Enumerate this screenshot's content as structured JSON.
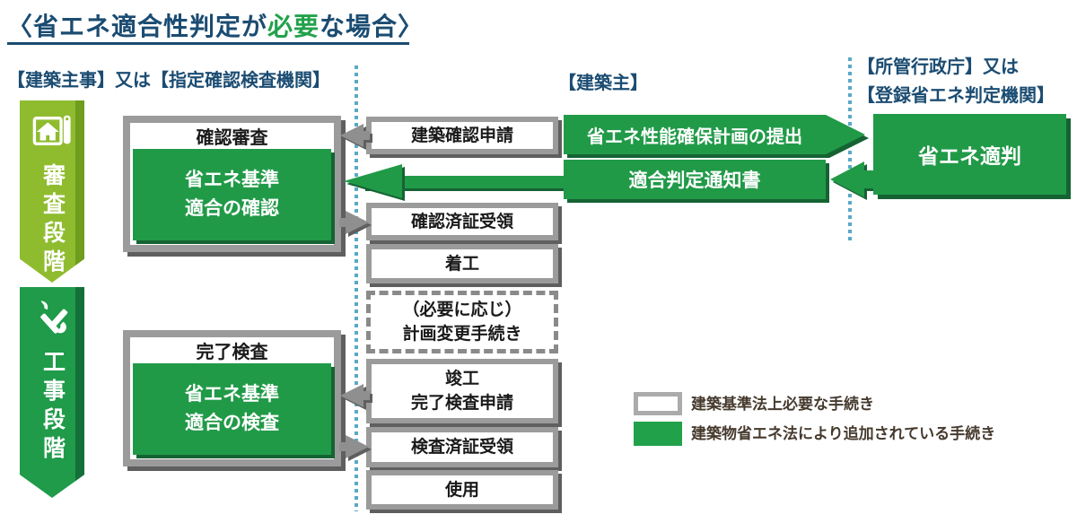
{
  "title": {
    "prefix": "〈省エネ適合性判定が",
    "highlight": "必要",
    "suffix": "な場合〉"
  },
  "headers": {
    "examiner": "【建築主事】又は【指定確認検査機関】",
    "owner": "【建築主】",
    "authority_line1": "【所管行政庁】又は",
    "authority_line2": "【登録省エネ判定機関】"
  },
  "stages": {
    "review": {
      "label": "審査段階",
      "icon": "house-plan-icon"
    },
    "construction": {
      "label": "工事段階",
      "icon": "tools-icon"
    }
  },
  "review_box": {
    "header": "確認審査",
    "line1": "省エネ基準",
    "line2": "適合の確認"
  },
  "inspection_box": {
    "header": "完了検査",
    "line1": "省エネ基準",
    "line2": "適合の検査"
  },
  "owner_steps": {
    "building_confirmation": "建築確認申請",
    "confirmation_certificate": "確認済証受領",
    "construction_start": "着工",
    "plan_change_line1": "（必要に応じ）",
    "plan_change_line2": "計画変更手続き",
    "completion_line1": "竣工",
    "completion_line2": "完了検査申請",
    "inspection_certificate": "検査済証受領",
    "use": "使用"
  },
  "arrows": {
    "submission": "省エネ性能確保計画の提出",
    "notice": "適合判定通知書"
  },
  "judgment_box": "省エネ適判",
  "legend": {
    "required": "建築基準法上必要な手続き",
    "added": "建築物省エネ法により追加されている手続き"
  },
  "colors": {
    "navy": "#1b4c72",
    "green": "#219a48",
    "green_dark": "#156333",
    "light_green": "#8fbc2f",
    "gray_border": "#9b9b9b",
    "gray_shadow": "#5f5f5f",
    "dotted_blue": "#5aa9c6",
    "legend_text": "#463a2e",
    "highlight_green": "#22a14b"
  }
}
